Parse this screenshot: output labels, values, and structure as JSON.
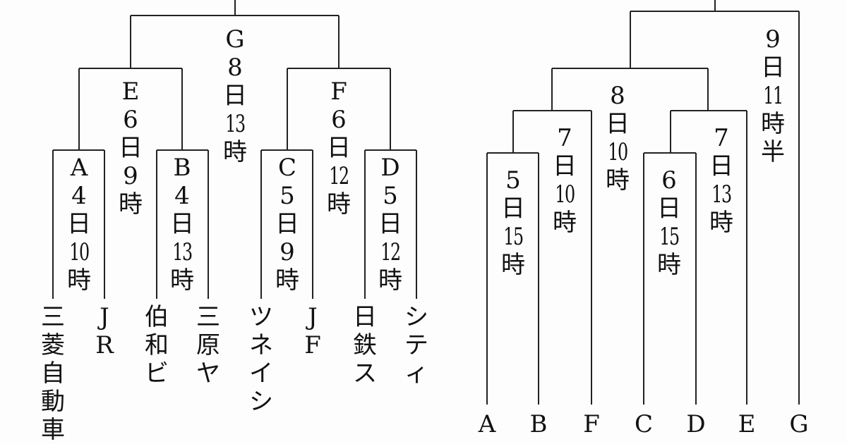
{
  "left_bracket": {
    "matches": [
      {
        "id": "A",
        "label": "A4日10時"
      },
      {
        "id": "B",
        "label": "B4日13時"
      },
      {
        "id": "C",
        "label": "C5日9時"
      },
      {
        "id": "D",
        "label": "D5日12時"
      },
      {
        "id": "E",
        "label": "E6日9時"
      },
      {
        "id": "F",
        "label": "F6日12時"
      },
      {
        "id": "G",
        "label": "G8日13時"
      }
    ],
    "teams": [
      "三菱自動車",
      "JR",
      "伯和ビ",
      "三原ヤ",
      "ツネイシ",
      "JF",
      "日鉄ス",
      "シティ"
    ]
  },
  "right_bracket": {
    "matches": [
      {
        "label": "5日15時"
      },
      {
        "label": "7日10時"
      },
      {
        "label": "6日15時"
      },
      {
        "label": "7日13時"
      },
      {
        "label": "8日10時"
      },
      {
        "label": "9日11時半"
      }
    ],
    "teams": [
      "A",
      "B",
      "F",
      "C",
      "D",
      "E",
      "G"
    ]
  }
}
